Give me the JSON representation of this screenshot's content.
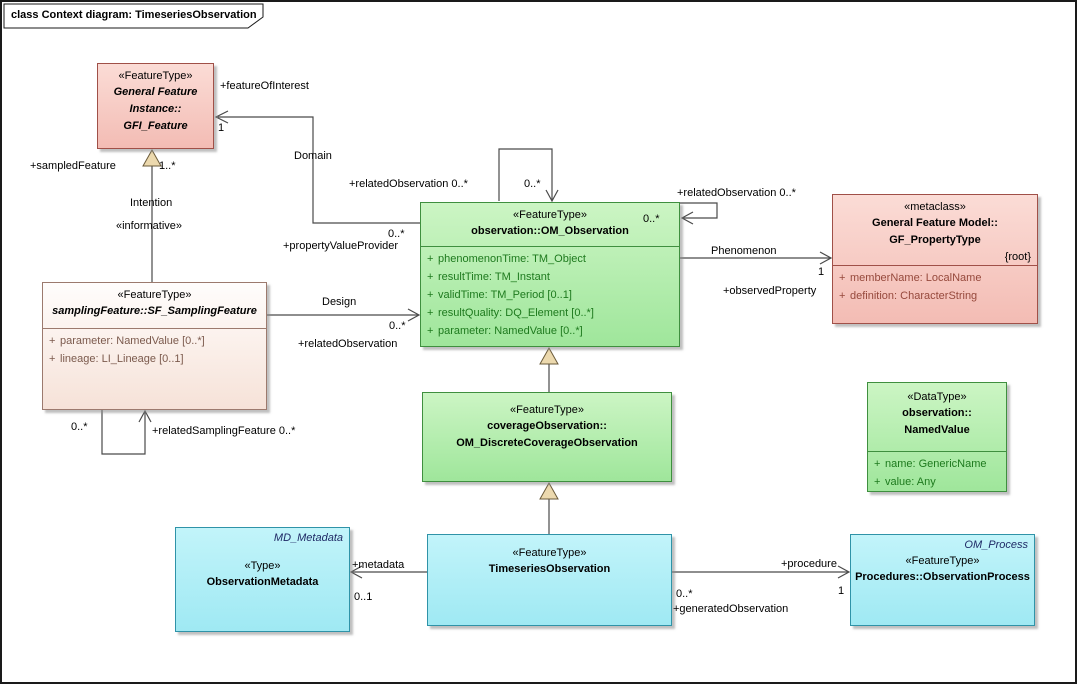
{
  "frame": {
    "title": "class Context diagram: TimeseriesObservation"
  },
  "colors": {
    "feature_green": "#a9ed9e",
    "metaclass_pink": "#f6c4bc",
    "type_cyan": "#a5ebf5",
    "sampling_blush": "#f9e9e0",
    "generalization_arrow_tan": "#ecd9ae",
    "connector_gray": "#4a4a4a"
  },
  "classes": {
    "gfi_feature": {
      "stereotype": "«FeatureType»",
      "name_line1": "General Feature",
      "name_line2": "Instance::",
      "name_line3": "GFI_Feature"
    },
    "om_observation": {
      "stereotype": "«FeatureType»",
      "name": "observation::OM_Observation",
      "attributes": [
        {
          "vis": "+",
          "text": "phenomenonTime: TM_Object"
        },
        {
          "vis": "+",
          "text": "resultTime: TM_Instant"
        },
        {
          "vis": "+",
          "text": "validTime: TM_Period [0..1]"
        },
        {
          "vis": "+",
          "text": "resultQuality: DQ_Element [0..*]"
        },
        {
          "vis": "+",
          "text": "parameter: NamedValue [0..*]"
        }
      ]
    },
    "gf_property_type": {
      "stereotype": "«metaclass»",
      "name_line1": "General Feature Model::",
      "name_line2": "GF_PropertyType",
      "tag": "{root}",
      "attributes": [
        {
          "vis": "+",
          "text": "memberName: LocalName"
        },
        {
          "vis": "+",
          "text": "definition: CharacterString"
        }
      ]
    },
    "sf_sampling_feature": {
      "stereotype": "«FeatureType»",
      "name": "samplingFeature::SF_SamplingFeature",
      "attributes": [
        {
          "vis": "+",
          "text": "parameter: NamedValue [0..*]"
        },
        {
          "vis": "+",
          "text": "lineage: LI_Lineage [0..1]"
        }
      ]
    },
    "om_discrete_coverage_observation": {
      "stereotype": "«FeatureType»",
      "name_line1": "coverageObservation::",
      "name_line2": "OM_DiscreteCoverageObservation"
    },
    "named_value": {
      "stereotype": "«DataType»",
      "name_line1": "observation::",
      "name_line2": "NamedValue",
      "attributes": [
        {
          "vis": "+",
          "text": "name: GenericName"
        },
        {
          "vis": "+",
          "text": "value: Any"
        }
      ]
    },
    "observation_metadata": {
      "corner": "MD_Metadata",
      "stereotype": "«Type»",
      "name": "ObservationMetadata"
    },
    "timeseries_observation": {
      "stereotype": "«FeatureType»",
      "name": "TimeseriesObservation"
    },
    "observation_process": {
      "corner": "OM_Process",
      "stereotype": "«FeatureType»",
      "name": "Procedures::ObservationProcess"
    }
  },
  "edges": {
    "domain": {
      "name": "Domain",
      "target_role": "+featureOfInterest",
      "target_mult": "1",
      "source_role": "+propertyValueProvider",
      "source_mult": "0..*"
    },
    "intention": {
      "name": "Intention",
      "stereotype": "«informative»",
      "target_role": "+sampledFeature",
      "target_mult": "1..*"
    },
    "related_observation_top": {
      "role": "+relatedObservation 0..*",
      "mult": "0..*"
    },
    "related_observation_right": {
      "role": "+relatedObservation 0..*",
      "mult": "0..*"
    },
    "phenomenon": {
      "name": "Phenomenon",
      "target_mult": "1",
      "target_role": "+observedProperty"
    },
    "design": {
      "name": "Design",
      "target_mult": "0..*",
      "target_role": "+relatedObservation"
    },
    "related_sampling_feature": {
      "source_mult": "0..*",
      "role": "+relatedSamplingFeature 0..*"
    },
    "metadata": {
      "role": "+metadata",
      "mult": "0..1"
    },
    "procedure": {
      "target_role": "+procedure",
      "target_mult": "1",
      "source_mult": "0..*",
      "source_role": "+generatedObservation"
    }
  }
}
